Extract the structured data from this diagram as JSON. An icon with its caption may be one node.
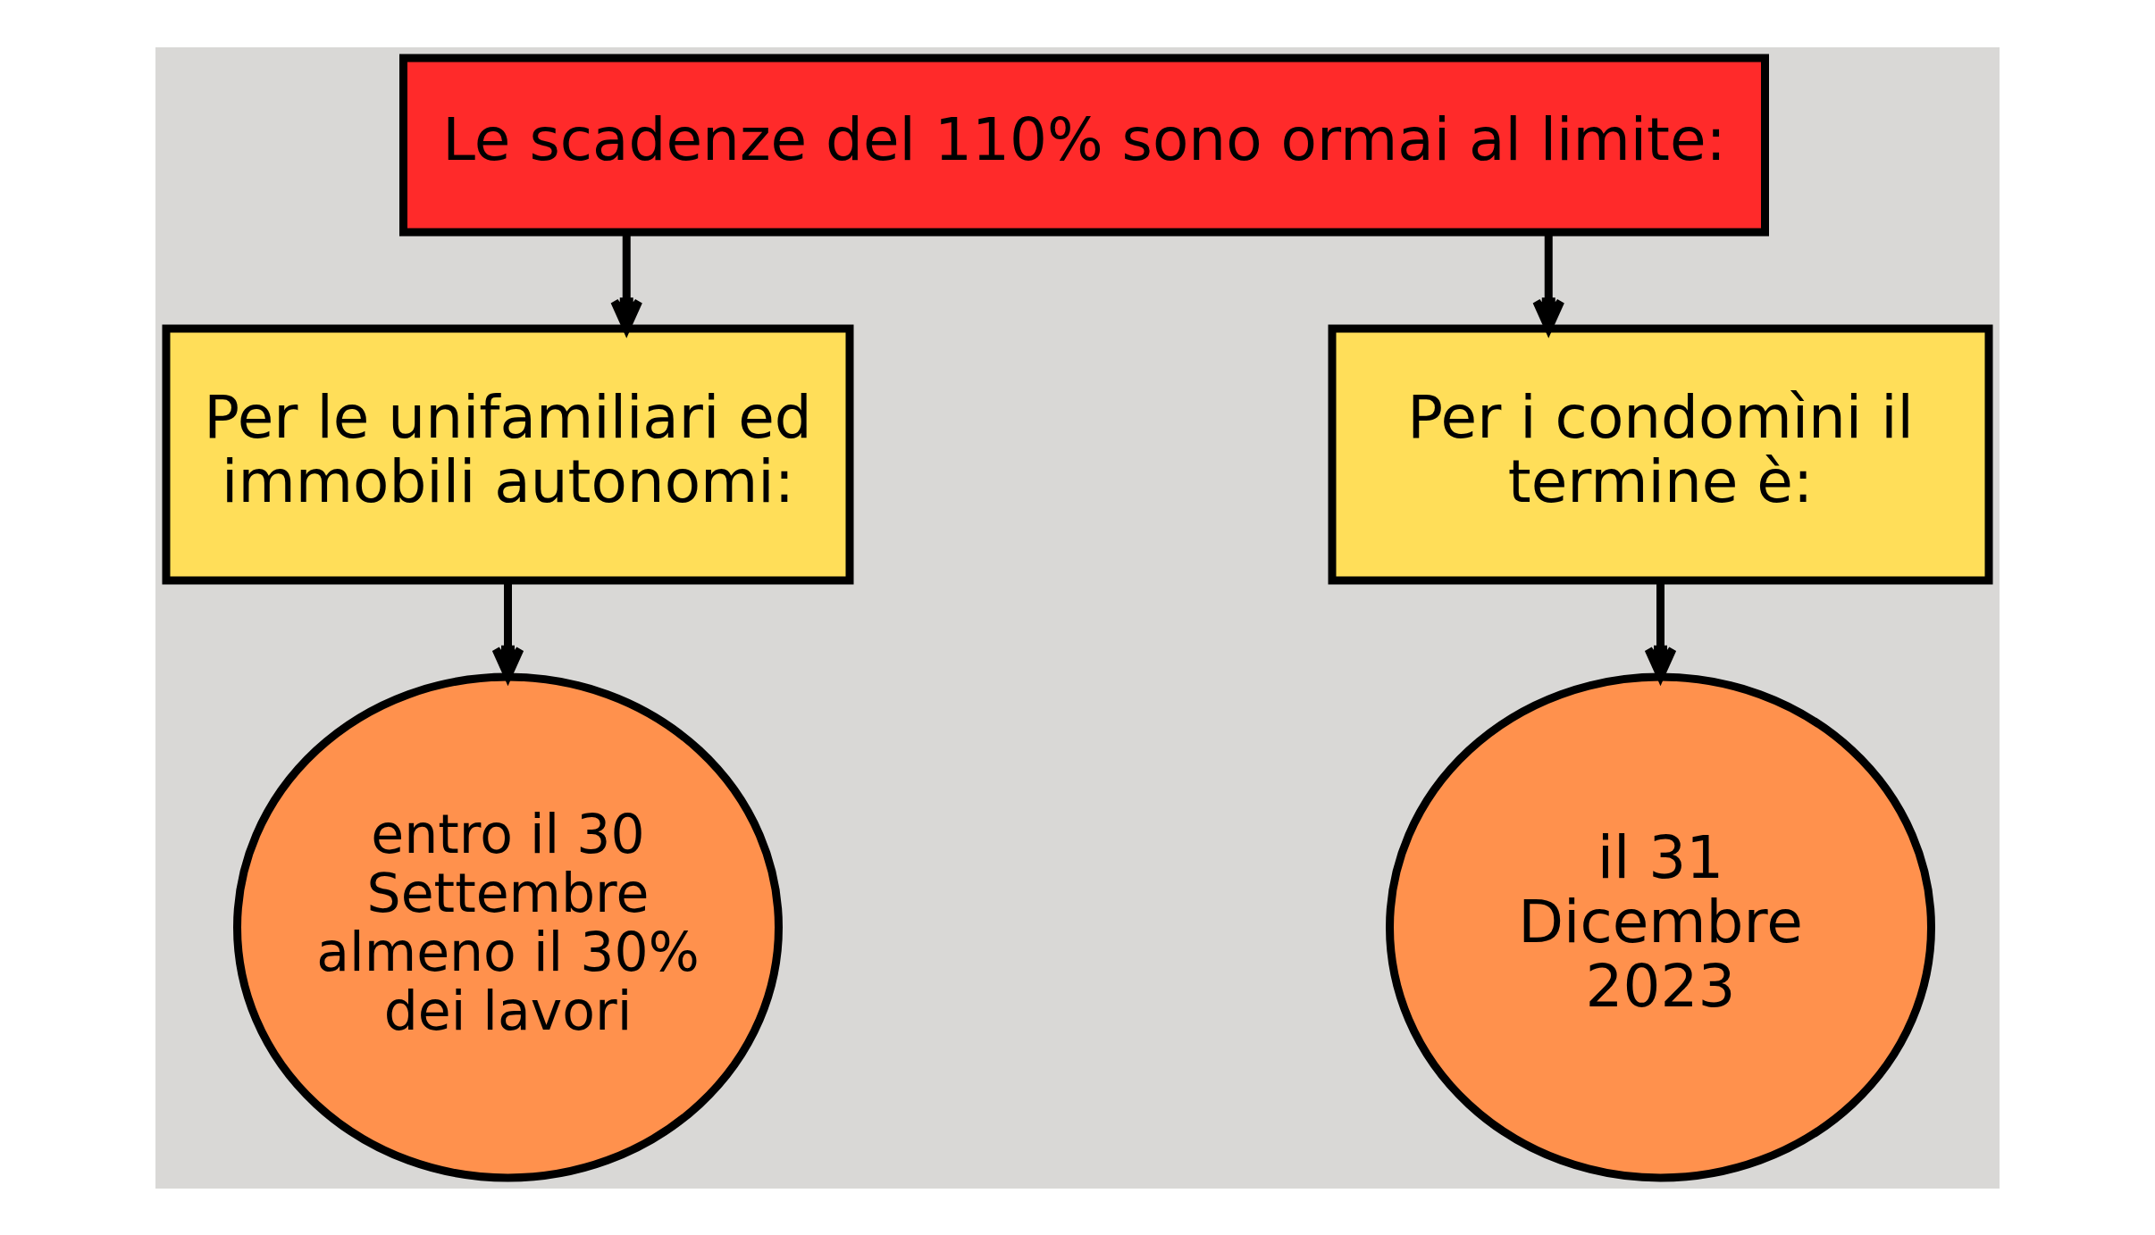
{
  "diagram": {
    "nodes": [
      {
        "text": [
          "Le scadenze del 110% sono ormai al limite:"
        ]
      },
      {
        "text": [
          "Per le unifamiliari ed immobili autonomi:"
        ]
      },
      {
        "text": [
          "Per i condomìni il termine è:"
        ]
      },
      {
        "text": [
          "entro il 30 Settembre almeno il 30% dei lavori"
        ]
      },
      {
        "text": [
          "il 31 Dicembre 2023"
        ]
      }
    ],
    "edges": [
      {
        "from": 0,
        "to": 1,
        "arrow": "to"
      },
      {
        "from": 0,
        "to": 2,
        "arrow": "to"
      },
      {
        "from": 1,
        "to": 3,
        "arrow": "to"
      },
      {
        "from": 2,
        "to": 4,
        "arrow": "to"
      }
    ]
  }
}
